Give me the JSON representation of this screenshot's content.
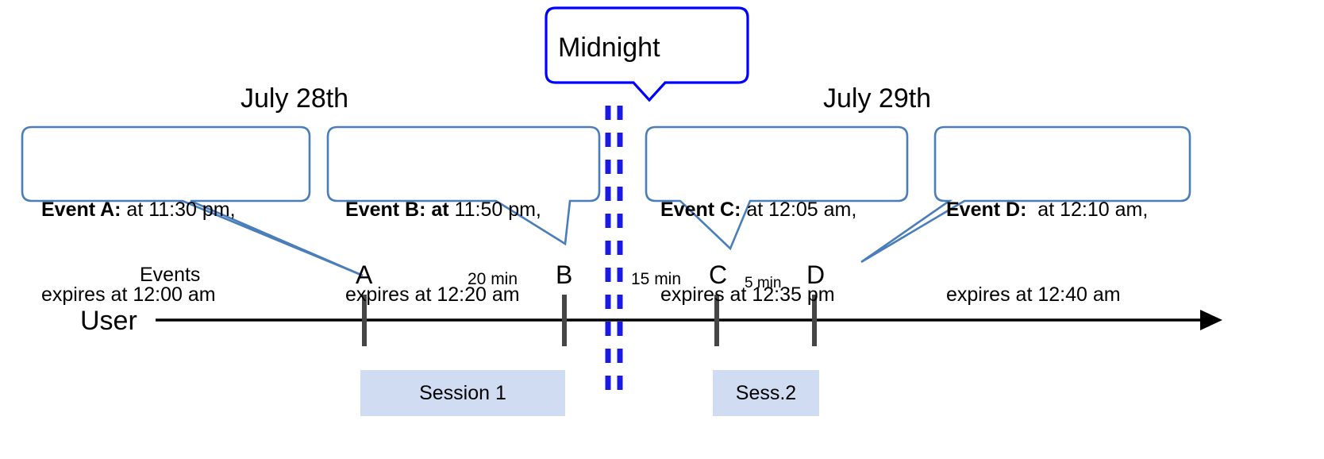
{
  "diagram": {
    "title_callout": {
      "label": "Midnight",
      "border_color": "#0000ff"
    },
    "dates": [
      {
        "label": "July 28th"
      },
      {
        "label": "July 29th"
      }
    ],
    "axis": {
      "row_label": "User",
      "events_label": "Events",
      "line_color": "#000000"
    },
    "event_callouts": [
      {
        "id": "event-a",
        "title": "Event A:",
        "title_bold_extra": "",
        "line1_rest": " at 11:30 pm,",
        "line2": "expires at 12:00 am",
        "border_color": "#4a7ebb"
      },
      {
        "id": "event-b",
        "title": "Event B:",
        "title_bold_extra": " at",
        "line1_rest": " 11:50 pm,",
        "line2": "expires at 12:20 am",
        "border_color": "#4a7ebb"
      },
      {
        "id": "event-c",
        "title": "Event C:",
        "title_bold_extra": "",
        "line1_rest": " at 12:05 am,",
        "line2": "expires at 12:35 pm",
        "border_color": "#4a7ebb"
      },
      {
        "id": "event-d",
        "title": "Event D:",
        "title_bold_extra": "",
        "line1_rest": "  at 12:10 am,",
        "line2": "expires at 12:40 am",
        "border_color": "#4a7ebb"
      }
    ],
    "event_markers": [
      {
        "letter": "A"
      },
      {
        "letter": "B"
      },
      {
        "letter": "C"
      },
      {
        "letter": "D"
      }
    ],
    "intervals": [
      {
        "label": "20 min"
      },
      {
        "label": "15 min"
      },
      {
        "label": "5 min"
      }
    ],
    "sessions": [
      {
        "label": "Session 1",
        "color": "#cfdcf2"
      },
      {
        "label": "Sess.2",
        "color": "#cfdcf2"
      }
    ]
  }
}
